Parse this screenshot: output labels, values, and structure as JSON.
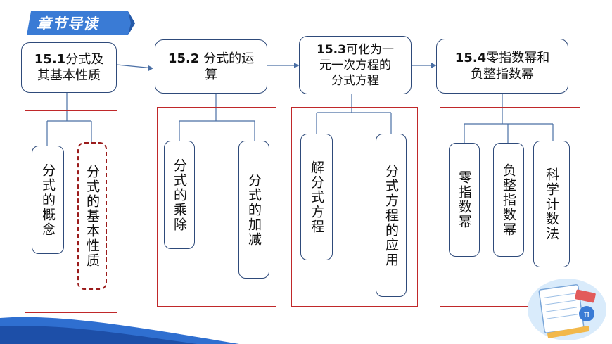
{
  "banner": {
    "title": "章节导读"
  },
  "sections": [
    {
      "heading_num": "15.1",
      "heading_rest": "分式及",
      "heading_line2": "其基本性质",
      "items": [
        "分式的概念",
        "分式的基本性质"
      ]
    },
    {
      "heading_num": "15.2",
      "heading_rest": " 分式的运",
      "heading_line2": "算",
      "items": [
        "分式的乘除",
        "分式的加减"
      ]
    },
    {
      "heading_num": "15.3",
      "heading_rest": "可化为一",
      "heading_line2": "元一次方程的",
      "heading_line3": "分式方程",
      "items": [
        "解分式方程",
        "分式方程的应用"
      ]
    },
    {
      "heading_num": "15.4",
      "heading_rest": "零指数幂和",
      "heading_line2": "负整指数幂",
      "items": [
        "零指数幂",
        "负整指数幂",
        "科学计数法"
      ]
    }
  ],
  "colors": {
    "banner": "#3a7bd5",
    "box_border": "#2e4a7a",
    "frame": "#c0282a",
    "wave": "#2f6fd0"
  },
  "decoration": {
    "icon": "math-notebook-icon",
    "symbol": "π"
  }
}
